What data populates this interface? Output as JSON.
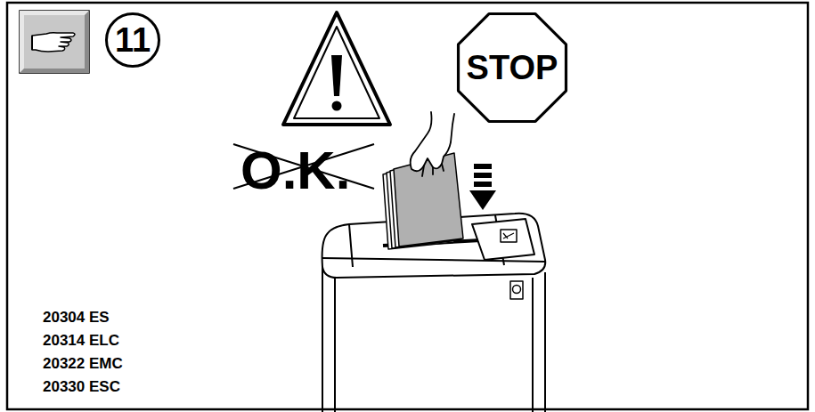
{
  "diagram": {
    "nodes": [
      {
        "text": [
          "11"
        ]
      },
      {
        "text": [
          "STOP"
        ]
      }
    ],
    "labels": [
      "O.K.",
      "20304 ES",
      "20314 ELC",
      "20322 EMC",
      "20330 ESC"
    ]
  }
}
